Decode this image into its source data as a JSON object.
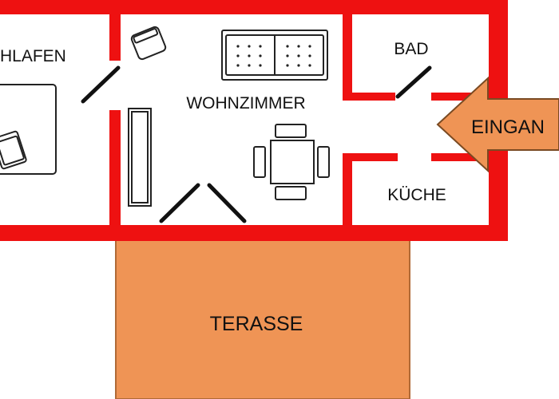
{
  "colors": {
    "wall": "#ee1111",
    "terrace": "#ef9455",
    "arrow": "#ef9455",
    "furniture": "#222222"
  },
  "rooms": {
    "schlafen": "HLAFEN",
    "wohnzimmer": "WOHNZIMMER",
    "bad": "BAD",
    "kueche": "KÜCHE",
    "terrasse": "TERASSE"
  },
  "entrance": {
    "label": "EINGAN",
    "icon": "arrow-left-icon"
  }
}
